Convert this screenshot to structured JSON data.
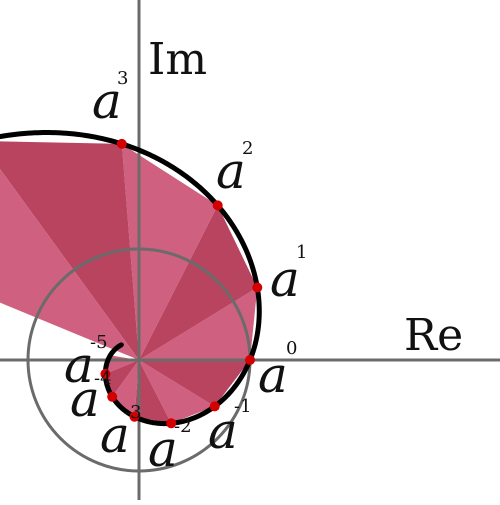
{
  "diagram": {
    "axes": {
      "real_label": "Re",
      "imaginary_label": "Im"
    },
    "base_symbol": "a",
    "points": [
      {
        "exponent": 3,
        "label": "3"
      },
      {
        "exponent": 2,
        "label": "2"
      },
      {
        "exponent": 1,
        "label": "1"
      },
      {
        "exponent": 0,
        "label": "0"
      },
      {
        "exponent": -1,
        "label": "-1"
      },
      {
        "exponent": -2,
        "label": "-2"
      },
      {
        "exponent": -3,
        "label": "-3"
      },
      {
        "exponent": -4,
        "label": "-4"
      },
      {
        "exponent": -5,
        "label": "-5"
      }
    ],
    "colors": {
      "background": "#ffffff",
      "axis": "#6b6b6b",
      "unit_circle": "#6b6b6b",
      "spiral": "#000000",
      "point": "#d40000",
      "wedge_light": "#d0607f",
      "wedge_dark": "#b8445f"
    }
  }
}
